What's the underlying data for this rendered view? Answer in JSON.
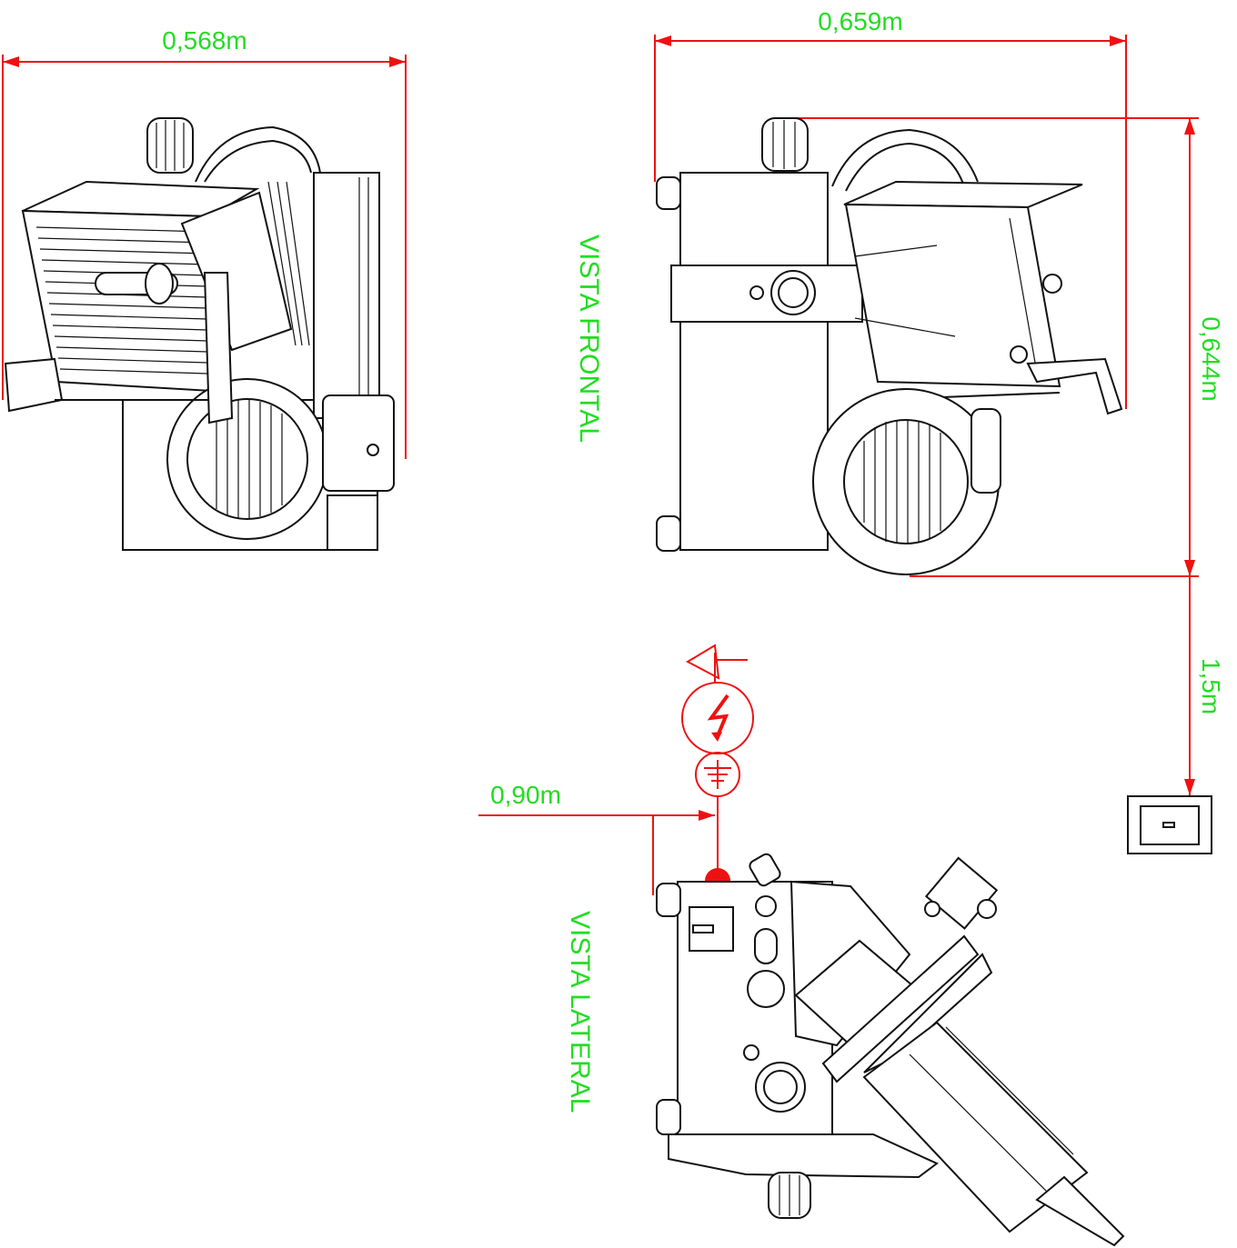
{
  "dimensions": {
    "width_left": "0,568m",
    "width_right": "0,659m",
    "height_machine": "0,644m",
    "height_outlet": "1,5m",
    "distance_outlet": "0,90m"
  },
  "views": {
    "frontal": "VISTA FRONTAL",
    "lateral": "VISTA LATERAL"
  },
  "colors": {
    "dimension_text": "#22dd22",
    "dimension_lines": "#ee1111",
    "drawing": "#111111"
  },
  "icons": [
    "pipe-connection-icon",
    "electrical-hazard-icon",
    "ground-symbol-icon",
    "power-point-marker-icon",
    "wall-outlet-icon"
  ]
}
